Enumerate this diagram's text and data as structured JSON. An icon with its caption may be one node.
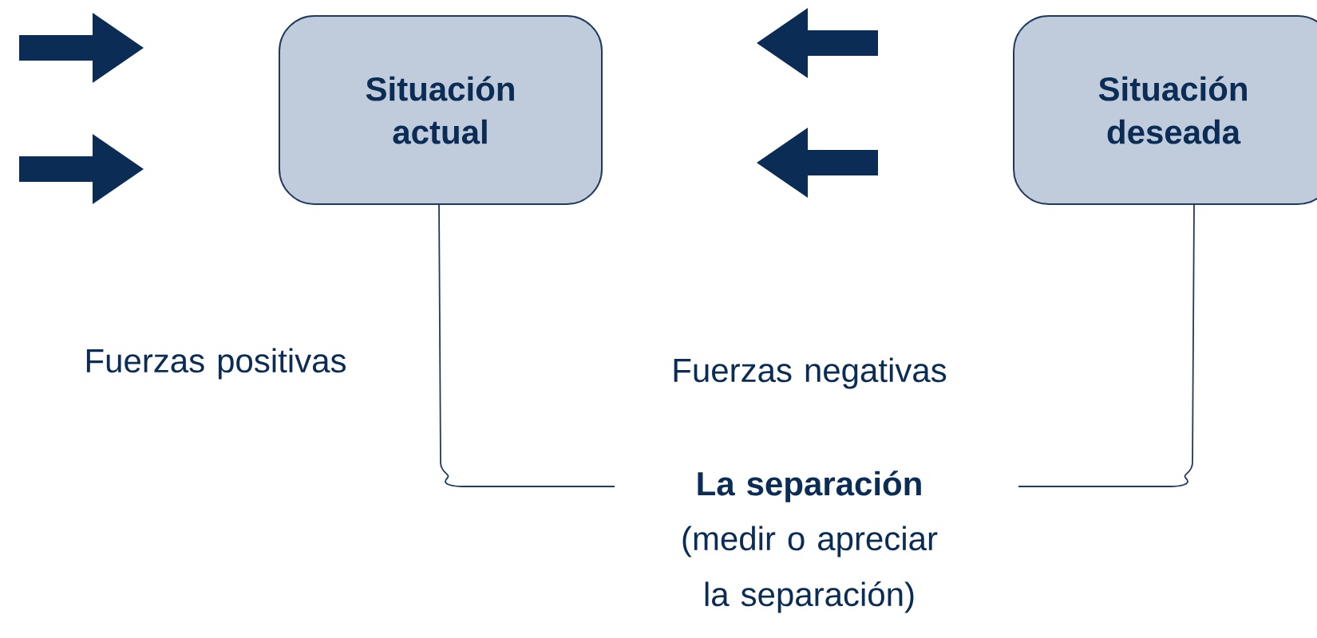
{
  "diagram": {
    "nodes": [
      {
        "text": [
          "Situación actual"
        ]
      },
      {
        "text": [
          "Situación deseada"
        ]
      }
    ],
    "labels": [
      "Fuerzas positivas",
      "Fuerzas negativas",
      "La separación",
      "(medir o apreciar la separación)"
    ]
  }
}
